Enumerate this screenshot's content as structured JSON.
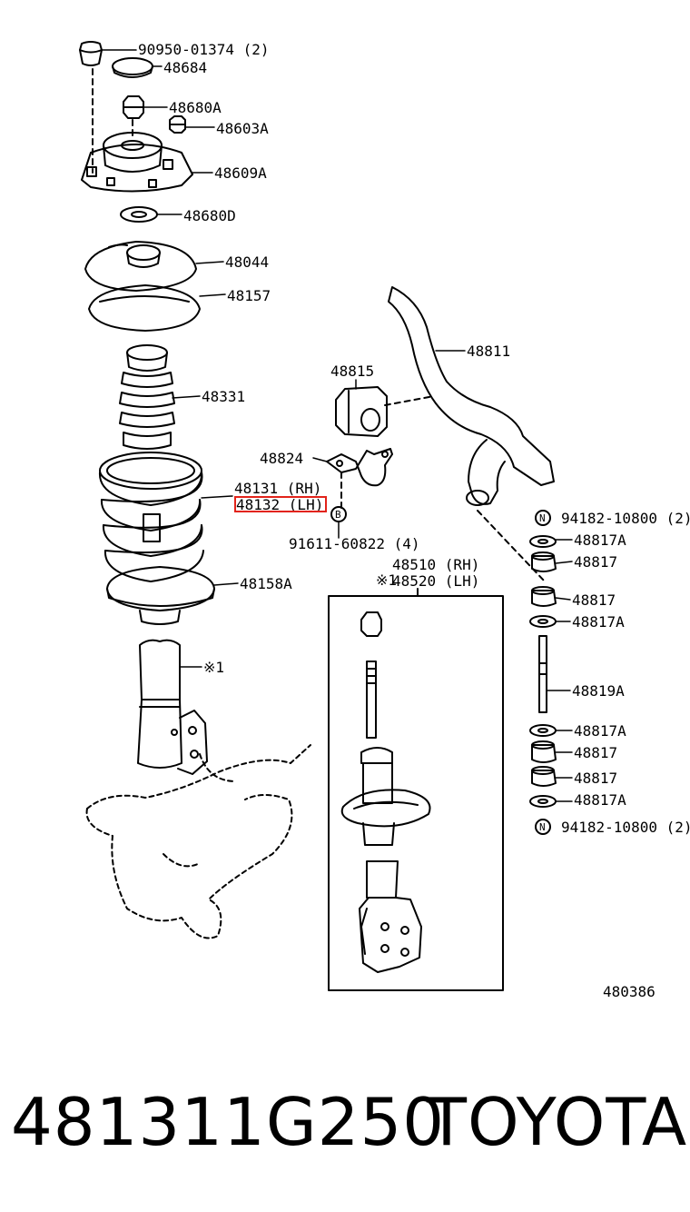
{
  "labels": {
    "l_90950": "90950-01374 (2)",
    "l_48684": "48684",
    "l_48680A": "48680A",
    "l_48603A": "48603A",
    "l_48609A": "48609A",
    "l_48680D": "48680D",
    "l_48044": "48044",
    "l_48157": "48157",
    "l_48331": "48331",
    "l_48131": "48131 (RH)",
    "l_48132": "48132 (LH)",
    "l_48158A": "48158A",
    "l_star1_left": "※1",
    "l_48811": "48811",
    "l_48815": "48815",
    "l_48824": "48824",
    "l_91611": "91611-60822 (4)",
    "l_B": "B",
    "l_star1_box": "※1",
    "l_48510": "48510 (RH)",
    "l_48520": "48520 (LH)",
    "l_N1": "N",
    "l_94182_top": "94182-10800 (2)",
    "l_48817A_1": "48817A",
    "l_48817_1": "48817",
    "l_48817_2": "48817",
    "l_48817A_2": "48817A",
    "l_48819A": "48819A",
    "l_48817A_3": "48817A",
    "l_48817_3": "48817",
    "l_48817_4": "48817",
    "l_48817A_4": "48817A",
    "l_N2": "N",
    "l_94182_bot": "94182-10800 (2)"
  },
  "reference_number": "480386",
  "footer": {
    "part_number": "481311G250",
    "brand": "TOYOTA"
  },
  "highlight": {
    "color": "#e2231a",
    "target": "48132 (LH)"
  }
}
